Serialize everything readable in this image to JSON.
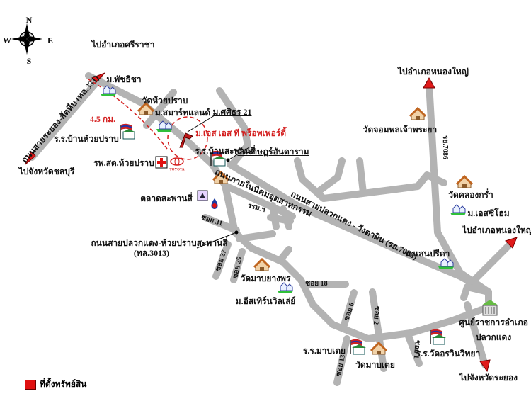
{
  "compass": {
    "n": "N",
    "s": "S",
    "w": "W",
    "e": "E"
  },
  "colors": {
    "road": "#b3b3b3",
    "arrow": "#e01a1a",
    "label": "#111111",
    "highlight": "#d42020"
  },
  "directions": {
    "sriracha": "ไปอำเภอศรีราชา",
    "chonburi": "ไปจังหวัดชลบุรี",
    "nongyai_north": "ไปอำเภอหนองใหญ่",
    "nongyai_east": "ไปอำเภอหนองใหญ่",
    "rayong": "ไปจังหวัดระยอง"
  },
  "roads": {
    "r331": "ถนนสายระยอง-สัตหีบ (ทล.331)",
    "industrial": "ถนนภายในนิคมอุตสาหกรรม",
    "r7085": "ถนนสายปลวกแดง - วังตาผิน (รย.7085)",
    "r3013": "ถนนสายปลวกแดง-ห้วยปราบสะพานสี่",
    "r3013_code": "(ทล.3013)",
    "r7086": "รย.7086",
    "soi31": "ซอย 31",
    "soi27": "ซอย 27",
    "soi25": "ซอย 25",
    "soi18": "ซอย 18",
    "soi6": "ซอย 6",
    "soi2": "ซอย 2",
    "soi13": "ซอย 13",
    "soi1": "ซอย 1",
    "rrm": "รรม.ฯ"
  },
  "places": {
    "phatchicha": "ม.พัชธิชา",
    "wat_huaiprap": "วัดห้วยปราบ",
    "smartland": "ม.สมาร์ทแลนด์",
    "sasithorn": "ม.ศศิธร 21",
    "property": "ม.เอส เอส ที พร็อพเพอร์ตี้",
    "distance": "4.5 กม.",
    "school_huaiprap": "ร.ร.บ้านห้วยปราบ",
    "school_saphansi": "ร.ร.บ้านสะพานสี่",
    "clinic": "รพ.สต.ห้วยปราบ",
    "toyota": "TOYOTA",
    "wat_rat": "วัดราษฎร์อันดาราม",
    "market": "ตลาดสะพานสี่",
    "wat_mapyangphon": "วัดมาบยางพร",
    "eastern_village": "ม.อีสเทิร์นวิลเล่ย์",
    "school_maptoei": "ร.ร.มาบเตย",
    "wat_maptoei": "วัดมาบเตย",
    "school_worawin": "ร.ร.วัดอรวินวิทยา",
    "gov_center_1": "ศูนย์ราชการอำเภอ",
    "gov_center_2": "ปลวกแดง",
    "wat_jomphon": "วัดจอมพลเจ้าพระยา",
    "wat_khlongkram": "วัดคลองกร่ำ",
    "sc_home": "ม.เอสซีโฮม",
    "saenprida": "ม.แสนปรีดา"
  },
  "legend": {
    "label": "ที่ตั้งทรัพย์สิน"
  }
}
